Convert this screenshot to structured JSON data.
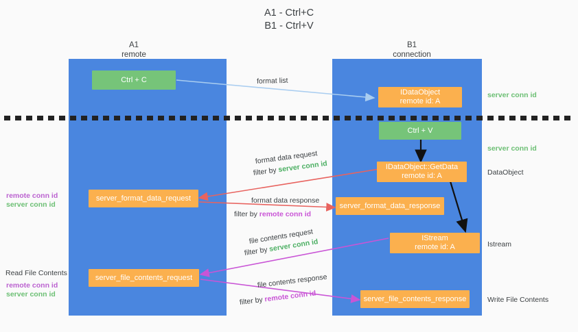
{
  "title": "A1 - Ctrl+C\nB1 - Ctrl+V",
  "columns": [
    {
      "name": "A1",
      "role": "remote",
      "label": "A1\nremote"
    },
    {
      "name": "B1",
      "role": "connection",
      "label": "B1\nconnection"
    }
  ],
  "colors": {
    "panel": "#4a86df",
    "node_orange": "#fbb04e",
    "node_green": "#76c479",
    "server_conn": "#6cbf74",
    "remote_conn": "#bb62d0",
    "wire_format_list": "#a9cdf0",
    "wire_format_data": "#e8635f",
    "wire_file_contents": "#c955d6",
    "wire_flow": "#111111",
    "background": "#fafafa",
    "text": "#3c4043"
  },
  "nodes": {
    "ctrl_c": "Ctrl + C",
    "ctrl_v": "Ctrl + V",
    "idataobject": "IDataObject\nremote id: A",
    "idataobject_getdata": "IDataObject::GetData\nremote id: A",
    "istream": "IStream\nremote id: A",
    "server_format_data_request": "server_format_data_request",
    "server_format_data_response": "server_format_data_response",
    "server_file_contents_request": "server_file_contents_request",
    "server_file_contents_response": "server_file_contents_response"
  },
  "edges": {
    "format_list": "format list",
    "format_data_request": "format data request",
    "format_data_request_filter_prefix": "filter by ",
    "format_data_request_filter_key": "server conn id",
    "format_data_response": "format data response",
    "format_data_response_filter_prefix": "filter by ",
    "format_data_response_filter_key": "remote conn id",
    "file_contents_request": "file contents request",
    "file_contents_request_filter_prefix": "filter by ",
    "file_contents_request_filter_key": "server conn id",
    "file_contents_response": "file contents response",
    "file_contents_response_filter_prefix": "filter by ",
    "file_contents_response_filter_key": "remote conn id"
  },
  "right_labels": {
    "server_conn_id_top": "server conn id",
    "server_conn_id_second": "server conn id",
    "dataobject": "DataObject",
    "istream": "Istream",
    "write_file_contents": "Write File Contents"
  },
  "left_labels": {
    "remote_conn_id_mid": "remote conn id",
    "server_conn_id_mid": "server conn id",
    "read_file_contents": "Read File Contents",
    "remote_conn_id_bottom": "remote conn id",
    "server_conn_id_bottom": "server conn id"
  }
}
